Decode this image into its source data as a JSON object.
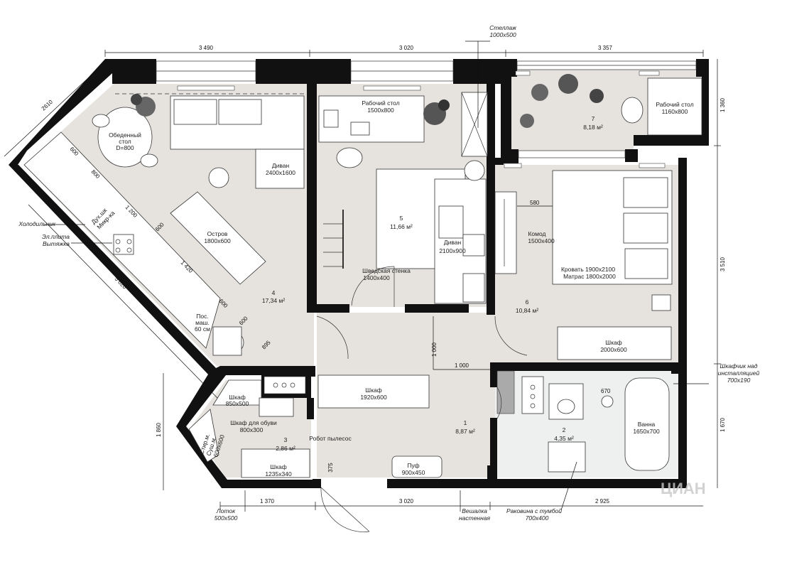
{
  "dimensions": {
    "top": [
      "3 490",
      "3 020",
      "3 357"
    ],
    "bottom": [
      "1 370",
      "3 020",
      "2 925"
    ],
    "right": [
      "1 360",
      "3 510",
      "1 670"
    ],
    "left": [
      "1 860"
    ],
    "diag_outer": "2610",
    "diag_kitchen": "5 020",
    "internal": [
      "600",
      "800",
      "1 200",
      "600",
      "1 420",
      "600",
      "600",
      "895",
      "580",
      "670",
      "1 000",
      "1 000",
      "375"
    ]
  },
  "rooms": [
    {
      "num": "1",
      "area": "8,87 м²"
    },
    {
      "num": "2",
      "area": "4,35 м²"
    },
    {
      "num": "3",
      "area": "2,86 м²"
    },
    {
      "num": "4",
      "area": "17,34 м²"
    },
    {
      "num": "5",
      "area": "11,66 м²"
    },
    {
      "num": "6",
      "area": "10,84 м²"
    },
    {
      "num": "7",
      "area": "8,18 м²"
    }
  ],
  "furniture": {
    "shelf": [
      "Стеллаж",
      "1000x500"
    ],
    "desk5": [
      "Рабочий стол",
      "1500x800"
    ],
    "desk7": [
      "Рабочий стол",
      "1160x800"
    ],
    "dining": [
      "Обеденный",
      "стол",
      "D=800"
    ],
    "sofa4": [
      "Диван",
      "2400x1600"
    ],
    "island": [
      "Остров",
      "1800x600"
    ],
    "swedish": [
      "Шведская стенка",
      "1400x400"
    ],
    "sofa5": [
      "Диван",
      "2100x900"
    ],
    "dresser": [
      "Комод",
      "1500x400"
    ],
    "bed": [
      "Кровать 1900x2100",
      "Матрас 1800x2000"
    ],
    "wardrobe6": [
      "Шкаф",
      "2000x600"
    ],
    "wardrobe1": [
      "Шкаф",
      "1920x600"
    ],
    "wardrobe3a": [
      "Шкаф",
      "850x500"
    ],
    "shoes": [
      "Шкаф для обуви",
      "800x300"
    ],
    "robot": "Робот пылесос",
    "pouf": [
      "Пуф",
      "900x450"
    ],
    "wardrobe3b": [
      "Шкаф",
      "1235x340"
    ],
    "washer3": [
      "Стир.м.",
      "Суш.м.",
      "600x600"
    ],
    "dishwasher": [
      "Пос.",
      "маш.",
      "60 см"
    ],
    "oven": [
      "Дух.шк",
      "Микр-ка"
    ],
    "bath": [
      "Ванна",
      "1650x700"
    ]
  },
  "callouts": {
    "fridge": "Холодильник",
    "stove": [
      "Эл.плита",
      "Вытяжка"
    ],
    "cabinet": [
      "Шкафчик над",
      "инсталляцией",
      "700x190"
    ],
    "tray": [
      "Лоток",
      "500x500"
    ],
    "hanger": [
      "Вешалка",
      "настенная"
    ],
    "sink": [
      "Раковина с тумбой",
      "700x400"
    ]
  },
  "watermark": "ЦИАН",
  "colors": {
    "wall": "#111111",
    "floor": "#e6e3de",
    "bathroom": "#eef0f0"
  }
}
